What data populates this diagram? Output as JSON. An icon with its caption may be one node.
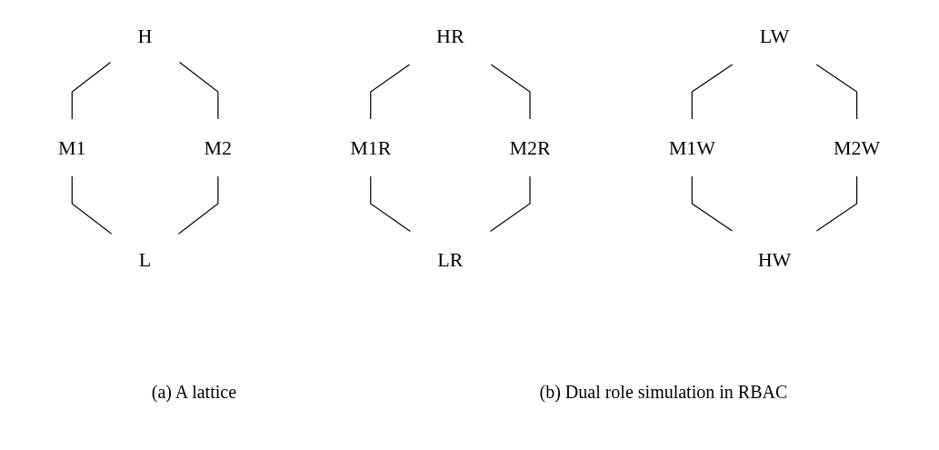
{
  "diagram": {
    "nodes": [
      {
        "text": [
          "H"
        ]
      },
      {
        "text": [
          "M1"
        ]
      },
      {
        "text": [
          "M2"
        ]
      },
      {
        "text": [
          "L"
        ]
      },
      {
        "text": [
          "HR"
        ]
      },
      {
        "text": [
          "M1R"
        ]
      },
      {
        "text": [
          "M2R"
        ]
      },
      {
        "text": [
          "LR"
        ]
      },
      {
        "text": [
          "LW"
        ]
      },
      {
        "text": [
          "M1W"
        ]
      },
      {
        "text": [
          "M2W"
        ]
      },
      {
        "text": [
          "HW"
        ]
      }
    ],
    "edges": [
      {
        "from": 0,
        "to": 1,
        "arrow": "none"
      },
      {
        "from": 0,
        "to": 2,
        "arrow": "none"
      },
      {
        "from": 1,
        "to": 3,
        "arrow": "none"
      },
      {
        "from": 2,
        "to": 3,
        "arrow": "none"
      },
      {
        "from": 4,
        "to": 5,
        "arrow": "none"
      },
      {
        "from": 4,
        "to": 6,
        "arrow": "none"
      },
      {
        "from": 5,
        "to": 7,
        "arrow": "none"
      },
      {
        "from": 6,
        "to": 7,
        "arrow": "none"
      },
      {
        "from": 8,
        "to": 9,
        "arrow": "none"
      },
      {
        "from": 8,
        "to": 10,
        "arrow": "none"
      },
      {
        "from": 9,
        "to": 11,
        "arrow": "none"
      },
      {
        "from": 10,
        "to": 11,
        "arrow": "none"
      }
    ],
    "labels": [
      "(a) A lattice",
      "(b) Dual role simulation in RBAC"
    ]
  }
}
